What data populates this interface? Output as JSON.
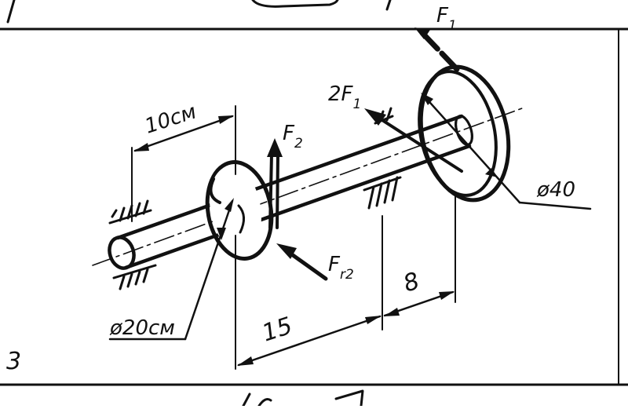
{
  "labels": {
    "row_number": "3",
    "f1": {
      "main": "F",
      "sub": "1"
    },
    "two_f1": {
      "main": "2F",
      "sub": "1"
    },
    "f2": {
      "main": "F",
      "sub": "2"
    },
    "fr2": {
      "main": "F",
      "sub": "r2"
    },
    "dim_10cm": "10см",
    "dim_15": "15",
    "dim_8": "8",
    "dia_40": "ø40",
    "dia_20cm": "ø20см"
  }
}
